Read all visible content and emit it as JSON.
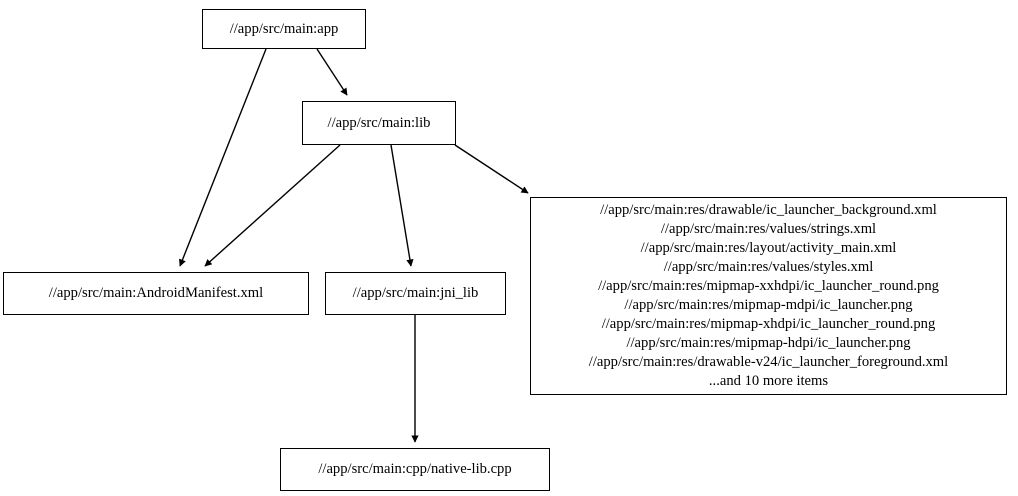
{
  "graph": {
    "type": "dependency-graph",
    "orientation": "top-to-bottom",
    "nodes": [
      {
        "id": "app",
        "label": "//app/src/main:app"
      },
      {
        "id": "lib",
        "label": "//app/src/main:lib"
      },
      {
        "id": "manifest",
        "label": "//app/src/main:AndroidManifest.xml"
      },
      {
        "id": "jni",
        "label": "//app/src/main:jni_lib"
      },
      {
        "id": "cpp",
        "label": "//app/src/main:cpp/native-lib.cpp"
      },
      {
        "id": "res",
        "label": "//app/src/main:res/drawable/ic_launcher_background.xml\n//app/src/main:res/values/strings.xml\n//app/src/main:res/layout/activity_main.xml\n//app/src/main:res/values/styles.xml\n//app/src/main:res/mipmap-xxhdpi/ic_launcher_round.png\n//app/src/main:res/mipmap-mdpi/ic_launcher.png\n//app/src/main:res/mipmap-xhdpi/ic_launcher_round.png\n//app/src/main:res/mipmap-hdpi/ic_launcher.png\n//app/src/main:res/drawable-v24/ic_launcher_foreground.xml\n...and 10 more items",
        "lines": [
          "//app/src/main:res/drawable/ic_launcher_background.xml",
          "//app/src/main:res/values/strings.xml",
          "//app/src/main:res/layout/activity_main.xml",
          "//app/src/main:res/values/styles.xml",
          "//app/src/main:res/mipmap-xxhdpi/ic_launcher_round.png",
          "//app/src/main:res/mipmap-mdpi/ic_launcher.png",
          "//app/src/main:res/mipmap-xhdpi/ic_launcher_round.png",
          "//app/src/main:res/mipmap-hdpi/ic_launcher.png",
          "//app/src/main:res/drawable-v24/ic_launcher_foreground.xml",
          "...and 10 more items"
        ]
      }
    ],
    "edges": [
      {
        "from": "app",
        "to": "manifest"
      },
      {
        "from": "app",
        "to": "lib"
      },
      {
        "from": "lib",
        "to": "manifest"
      },
      {
        "from": "lib",
        "to": "jni"
      },
      {
        "from": "lib",
        "to": "res"
      },
      {
        "from": "jni",
        "to": "cpp"
      }
    ],
    "colors": {
      "background": "#ffffff",
      "node_fill": "#ffffff",
      "node_border": "#000000",
      "edge": "#000000",
      "text": "#000000"
    }
  }
}
